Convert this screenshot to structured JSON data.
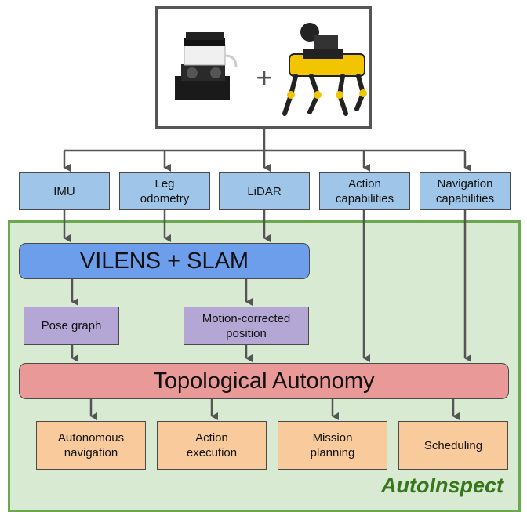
{
  "top_image": {
    "plus_sign": "+",
    "items": [
      "lidar-sensor-photo",
      "quadruped-robot-photo"
    ]
  },
  "inputs": {
    "imu": "IMU",
    "leg_odometry": "Leg odometry",
    "lidar": "LiDAR",
    "action_capabilities": "Action capabilities",
    "navigation_capabilities": "Navigation capabilities"
  },
  "vilens": "VILENS + SLAM",
  "pose_graph": "Pose graph",
  "motion_corrected": "Motion-corrected position",
  "topological": "Topological Autonomy",
  "outputs": {
    "autonomous_navigation": "Autonomous navigation",
    "action_execution": "Action execution",
    "mission_planning": "Mission planning",
    "scheduling": "Scheduling"
  },
  "brand": "AutoInspect",
  "colors": {
    "input_blue": "#9fc5e8",
    "vilens_blue": "#6d9eeb",
    "purple": "#b4a7d6",
    "topo_red": "#ea9999",
    "output_orange": "#f9cb9c",
    "green_bg": "#d9ead3",
    "green_border": "#6aa84f",
    "brand_green": "#38761d"
  }
}
